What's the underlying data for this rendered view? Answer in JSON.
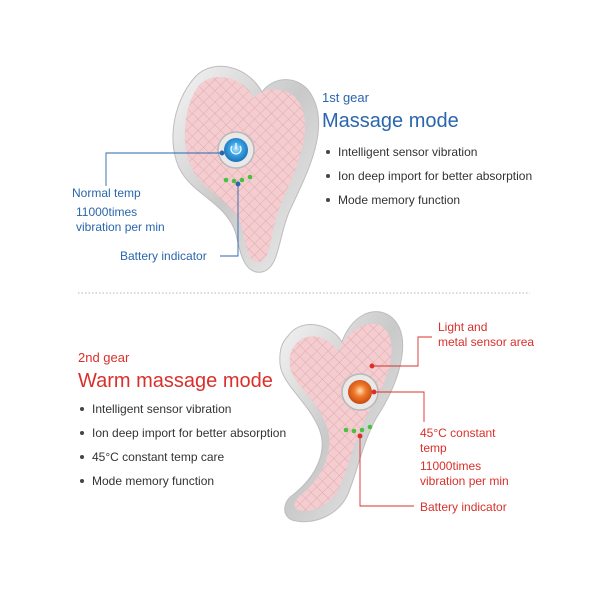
{
  "top": {
    "gear": "1st gear",
    "mode": "Massage mode",
    "features": [
      "Intelligent sensor vibration",
      "Ion deep import for better absorption",
      "Mode memory function"
    ],
    "normal_temp": "Normal temp",
    "vibration_line1": "11000times",
    "vibration_line2": "vibration per min",
    "battery": "Battery indicator"
  },
  "bottom": {
    "gear": "2nd gear",
    "mode": "Warm massage mode",
    "features": [
      "Intelligent sensor vibration",
      "Ion deep import for better absorption",
      "45°C constant temp care",
      "Mode memory function"
    ],
    "sensor_line1": "Light and",
    "sensor_line2": "metal sensor area",
    "temp_line1": "45°C constant",
    "temp_line2": "temp",
    "vibration_line1": "11000times",
    "vibration_line2": "vibration per min",
    "battery": "Battery indicator"
  },
  "colors": {
    "accent_blue": "#2a66ad",
    "accent_red": "#d9302b",
    "device_pink": "#f1c6c9",
    "device_silver": "#dcdcdc",
    "button_blue": "#3aa6e8",
    "button_orange": "#f07a2a",
    "indicator_green": "#48c13c"
  }
}
